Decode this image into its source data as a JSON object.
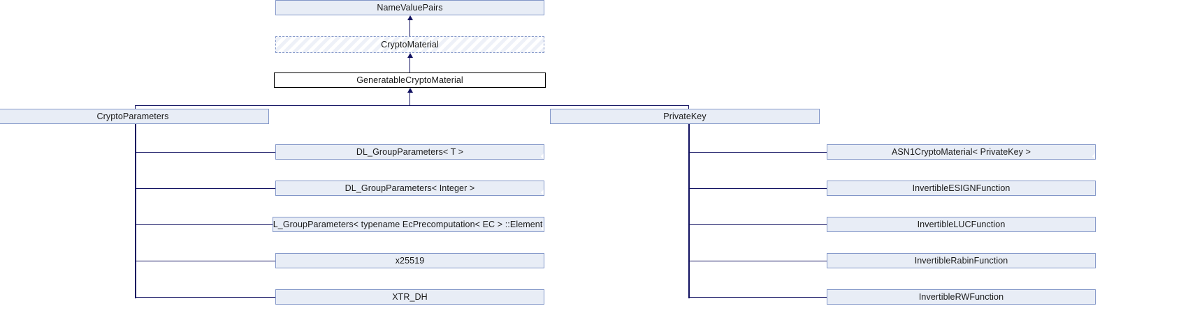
{
  "diagram": {
    "kind": "class-inheritance-graph",
    "focus_class": "GeneratableCryptoMaterial",
    "colors": {
      "node_fill": "#e8edf6",
      "node_border": "#8296c8",
      "current_fill": "#ffffff",
      "current_border": "#000000",
      "edge": "#101060",
      "background": "#ffffff"
    },
    "nodes": {
      "name_value_pairs": "NameValuePairs",
      "crypto_material": "CryptoMaterial",
      "generatable_crypto_material": "GeneratableCryptoMaterial",
      "crypto_parameters": "CryptoParameters",
      "private_key": "PrivateKey"
    },
    "left_children": [
      "DL_GroupParameters< T >",
      "DL_GroupParameters< Integer >",
      "DL_GroupParameters< typename EcPrecomputation< EC > ::Element >",
      "x25519",
      "XTR_DH"
    ],
    "right_children": [
      "ASN1CryptoMaterial< PrivateKey >",
      "InvertibleESIGNFunction",
      "InvertibleLUCFunction",
      "InvertibleRabinFunction",
      "InvertibleRWFunction"
    ]
  }
}
